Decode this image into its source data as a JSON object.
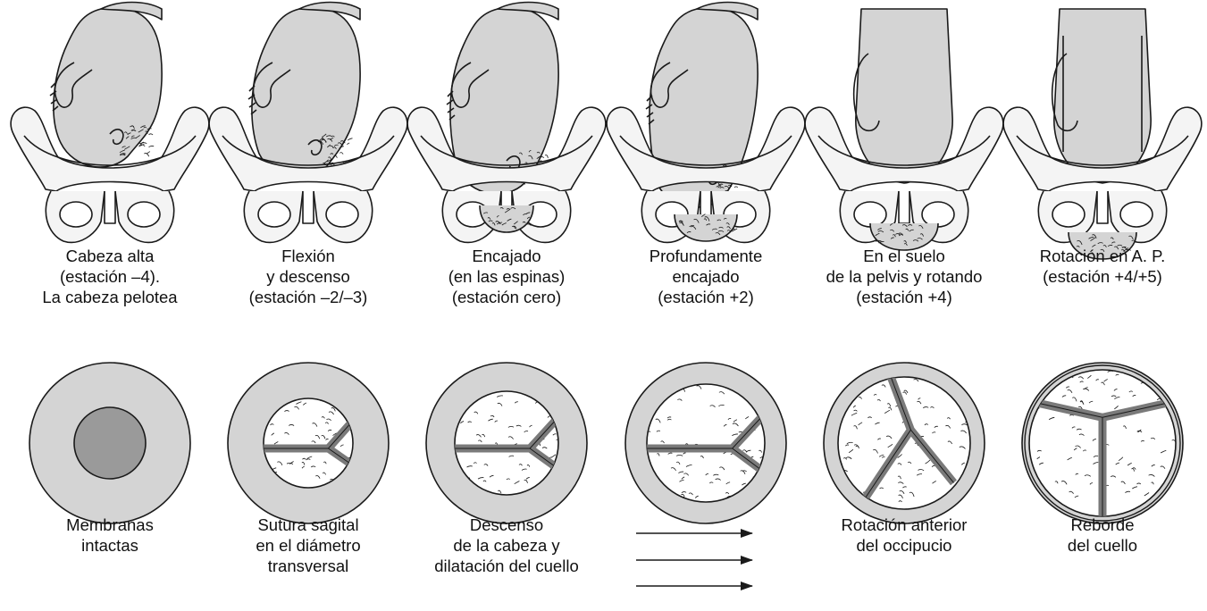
{
  "top_captions": [
    [
      "Cabeza alta",
      "(estación –4).",
      "La cabeza pelotea"
    ],
    [
      "Flexión",
      "y descenso",
      "(estación –2/–3)"
    ],
    [
      "Encajado",
      "(en las espinas)",
      "(estación cero)"
    ],
    [
      "Profundamente",
      "encajado",
      "(estación +2)"
    ],
    [
      "En el suelo",
      "de la pelvis y rotando",
      "(estación +4)"
    ],
    [
      "Rotación en A. P.",
      "(estación +4/+5)"
    ]
  ],
  "bottom_captions": [
    [
      "Membranas",
      "intactas"
    ],
    [
      "Sutura sagital",
      "en el diámetro",
      "transversal"
    ],
    [
      "Descenso",
      "de la cabeza y",
      "dilatación del cuello"
    ],
    [],
    [
      "Rotación anterior",
      "del occipucio"
    ],
    [
      "Reborde",
      "del cuello"
    ]
  ],
  "colors": {
    "skin": "#d4d4d4",
    "dark": "#9a9a9a",
    "line": "#1a1a1a"
  }
}
